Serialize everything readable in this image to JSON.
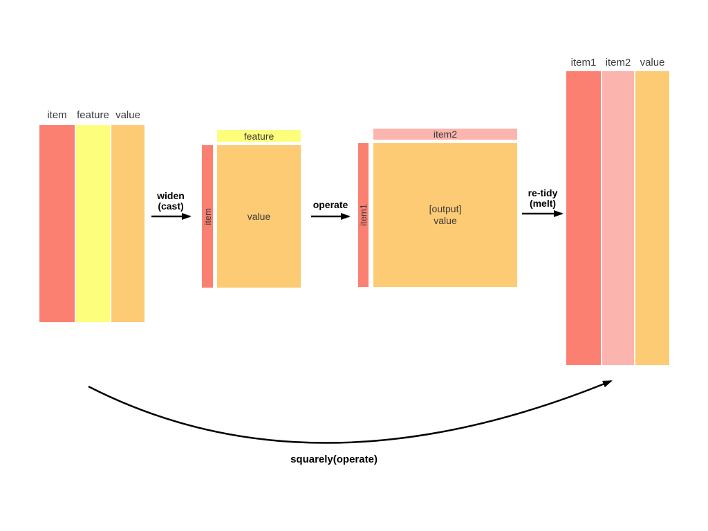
{
  "colors": {
    "red": "#FB8072",
    "yellow": "#FEFE7D",
    "orange": "#FCCB74",
    "pink": "#FBB4AE"
  },
  "left_table": {
    "headers": [
      "item",
      "feature",
      "value"
    ]
  },
  "cast_matrix": {
    "col_label": "feature",
    "row_label": "item",
    "body_label": "value"
  },
  "output_matrix": {
    "col_label": "item2",
    "row_label": "item1",
    "body_label_line1": "[output]",
    "body_label_line2": "value"
  },
  "right_table": {
    "headers": [
      "item1",
      "item2",
      "value"
    ]
  },
  "arrow_widen": {
    "line1": "widen",
    "line2": "(cast)"
  },
  "arrow_operate": {
    "line1": "operate"
  },
  "arrow_retidy": {
    "line1": "re-tidy",
    "line2": "(melt)"
  },
  "curved_arrow": {
    "label": "squarely(operate)"
  }
}
